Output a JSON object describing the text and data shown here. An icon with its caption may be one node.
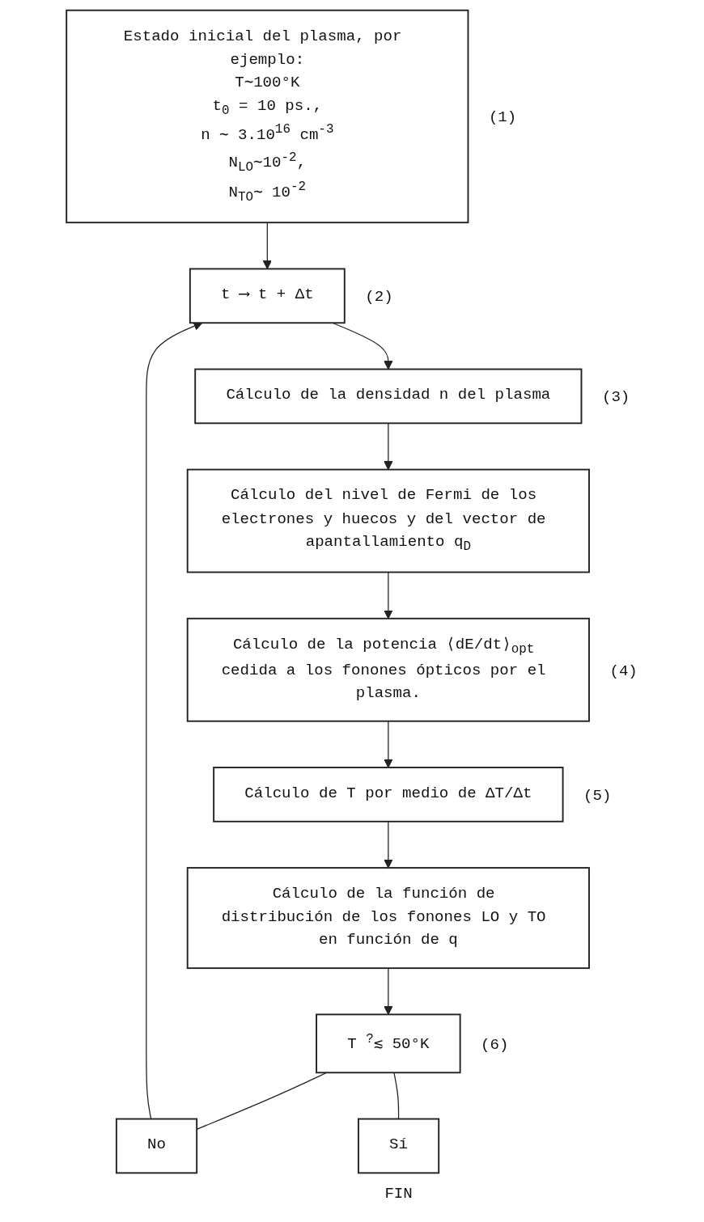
{
  "diagram": {
    "nodes": [
      {
        "text": [
          "Estado inicial del plasma, por ejemplo:",
          "T∼100°K",
          "t$_{0}$ = 10 ps.,",
          "n ∼ 3.10$^{16}$ cm$^{-3}$",
          "N$_{LO}$∼10$^{-2}$,",
          "N$_{TO}$∼ 10$^{-2}$"
        ],
        "beside": [
          "(1)"
        ]
      },
      {
        "text": [
          "t ⟶ t + Δt"
        ],
        "beside": [
          "(2)"
        ]
      },
      {
        "text": [
          "Cálculo de la densidad n del plasma"
        ],
        "beside": [
          "(3)"
        ]
      },
      {
        "text": [
          "Cálculo del nivel de Fermi de los electrones y huecos y del vector de apantallamiento q$_{D}$"
        ]
      },
      {
        "text": [
          "Cálculo de la potencia ⟨dE/dt⟩$_{opt}$ cedida a los fonones ópticos por el plasma."
        ],
        "beside": [
          "(4)"
        ]
      },
      {
        "text": [
          "Cálculo de T por medio de ΔT/Δt"
        ],
        "beside": [
          "(5)"
        ]
      },
      {
        "text": [
          "Cálculo de la función de distribución de los fonones LO y TO en función de q"
        ]
      },
      {
        "text": [
          "No"
        ]
      },
      {
        "text": [
          "T $^{?}$≲ 50°K"
        ],
        "beside": [
          "(6)"
        ]
      },
      {
        "text": [
          "Sí"
        ],
        "beside": [
          "FIN"
        ]
      }
    ],
    "edges": [
      {
        "from": 0,
        "to": 1,
        "arrow": "to"
      },
      {
        "from": 1,
        "to": 2,
        "arrow": "to"
      },
      {
        "from": 2,
        "to": 3,
        "arrow": "to"
      },
      {
        "from": 3,
        "to": 4,
        "arrow": "to"
      },
      {
        "from": 4,
        "to": 5,
        "arrow": "to"
      },
      {
        "from": 5,
        "to": 6,
        "arrow": "to"
      },
      {
        "from": 6,
        "to": 8,
        "arrow": "to"
      },
      {
        "from": 8,
        "to": 7,
        "arrow": "none"
      },
      {
        "from": 7,
        "to": 1,
        "arrow": "to"
      },
      {
        "from": 8,
        "to": 9,
        "arrow": "none"
      }
    ]
  }
}
